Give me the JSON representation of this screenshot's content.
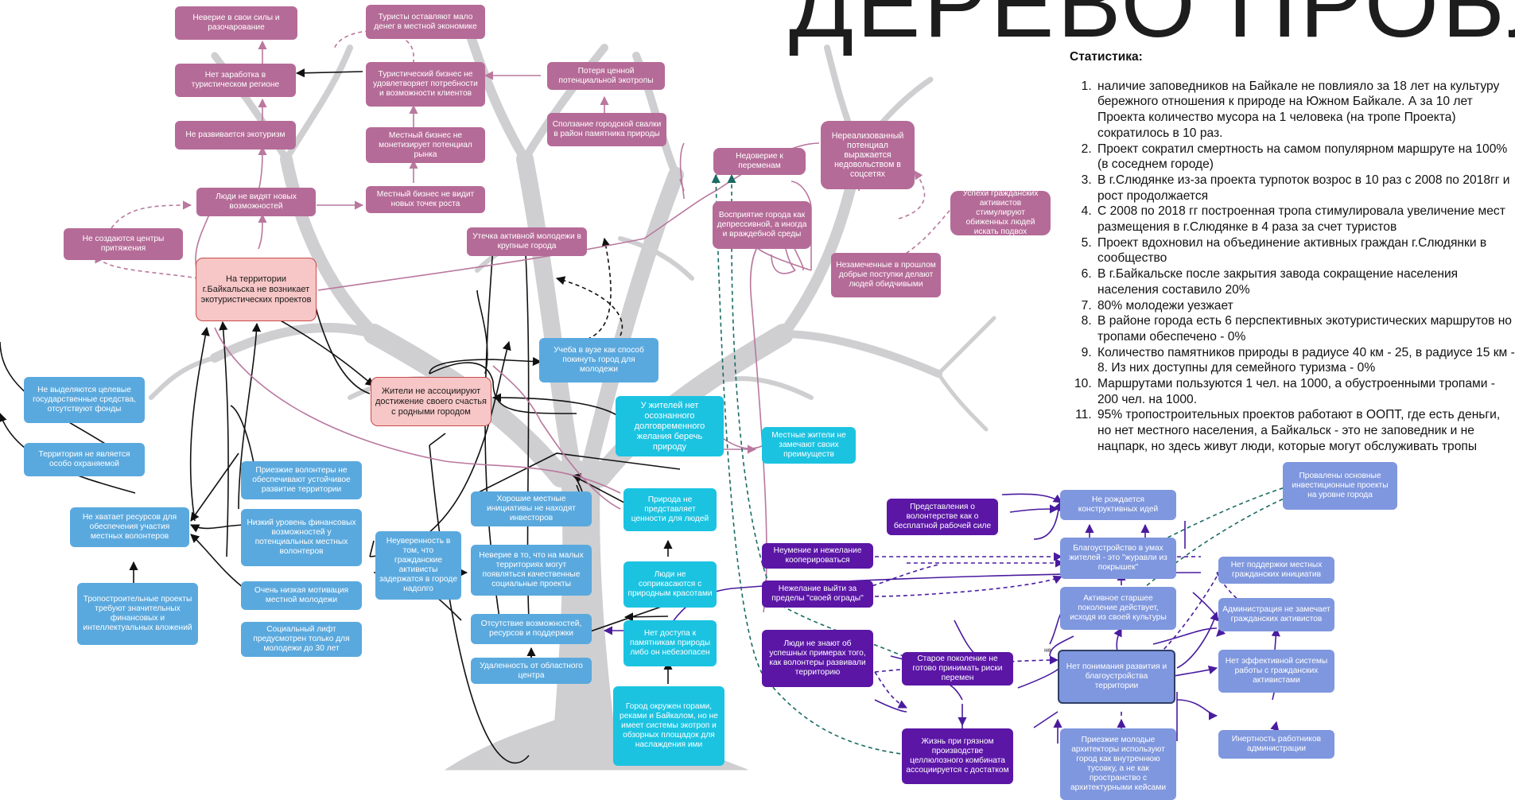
{
  "header": {
    "title": "ДЕРЕВО ПРОБЛЕМ"
  },
  "statistics": {
    "heading": "Статистика:",
    "items": [
      "наличие заповедников на Байкале не повлияло за 18 лет на культуру бережного отношения к природе на Южном Байкале. А за 10 лет Проекта количество мусора на 1 человека (на тропе Проекта) сократилось в 10 раз.",
      "Проект сократил смертность на самом популярном маршруте на 100% (в соседнем городе)",
      "В г.Слюдянке из-за проекта турпоток возрос в 10 раз с 2008 по 2018гг и рост продолжается",
      "С 2008 по 2018 гг построенная тропа стимулировала увеличение мест размещения в г.Слюдянке в 4 раза за счет туристов",
      "Проект вдохновил на объединение активных граждан г.Слюдянки в сообщество",
      "В г.Байкальске после закрытия завода сокращение населения населения составило 20%",
      "80% молодежи уезжает",
      "В районе города есть 6 перспективных экотуристических маршрутов но тропами обеспечено - 0%",
      "Количество памятников природы в радиусе 40 км - 25, в радиусе 15 км - 8. Из них доступны для семейного туризма - 0%",
      "Маршрутами пользуются 1 чел. на 1000, а обустроенными тропами - 200 чел. на 1000.",
      "95% тропостроительных проектов работают в ООПТ, где есть деньги, но нет местного населения, а Байкальск - это не заповедник и не нацпарк, но здесь живут люди, которые могут обслуживать тропы"
    ]
  },
  "edge_label": "не",
  "nodes": [
    {
      "id": "n1",
      "text": "Неверие в свои силы и разочарование"
    },
    {
      "id": "n2",
      "text": "Туристы оставляют мало денег в местной экономике"
    },
    {
      "id": "n3",
      "text": "Нет заработка в туристическом регионе"
    },
    {
      "id": "n4",
      "text": "Туристический бизнес не удовлетворяет потребности и возможности клиентов"
    },
    {
      "id": "n5",
      "text": "Потеря ценной потенциальной экотропы"
    },
    {
      "id": "n6",
      "text": "Не развивается экотуризм"
    },
    {
      "id": "n7",
      "text": "Местный бизнес не монетизирует потенциал рынка"
    },
    {
      "id": "n8",
      "text": "Сползание городской свалки в район памятника природы"
    },
    {
      "id": "n9",
      "text": "Нереализованный потенциал выражается недовольством в соцсетях"
    },
    {
      "id": "n10",
      "text": "Недоверие к переменам"
    },
    {
      "id": "n11",
      "text": "Люди не видят новых возможностей"
    },
    {
      "id": "n12",
      "text": "Местный бизнес не видит новых точек роста"
    },
    {
      "id": "n13",
      "text": "Восприятие города как депрессивной, а иногда и враждебной среды"
    },
    {
      "id": "n14",
      "text": "Успехи гражданских активистов стимулируют обиженных людей искать подвох"
    },
    {
      "id": "n15",
      "text": "Не создаются центры притяжения"
    },
    {
      "id": "n16",
      "text": "Утечка активной молодежи в крупные города"
    },
    {
      "id": "n17",
      "text": "Незамеченные в прошлом добрые поступки делают людей обидчивыми"
    },
    {
      "id": "n18",
      "text": "На территории г.Байкальска не возникает экотуристических проектов"
    },
    {
      "id": "n19",
      "text": "Учеба в вузе как способ покинуть город для молодежи"
    },
    {
      "id": "n20",
      "text": "Жители не ассоциируют достижение своего счастья с родными городом"
    },
    {
      "id": "n21",
      "text": "Не выделяются целевые государственные средства, отсутствуют фонды"
    },
    {
      "id": "n22",
      "text": "У жителей нет осознанного долговременного желания беречь природу"
    },
    {
      "id": "n23",
      "text": "Местные жители не замечают своих преимуществ"
    },
    {
      "id": "n24",
      "text": "Территория не является особо охраняемой"
    },
    {
      "id": "n25",
      "text": "Приезжие волонтеры не обеспечивают устойчивое развитие территории"
    },
    {
      "id": "n26",
      "text": "Провалены основные инвестиционные проекты на уровне города"
    },
    {
      "id": "n27",
      "text": "Хорошие местные инициативы не находят инвесторов"
    },
    {
      "id": "n28",
      "text": "Природа не представляет ценности для людей"
    },
    {
      "id": "n29",
      "text": "Не рождается конструктивных идей"
    },
    {
      "id": "n30",
      "text": "Представления о волонтерстве как о бесплатной рабочей силе"
    },
    {
      "id": "n31",
      "text": "Не хватает ресурсов для обеспечения участия местных волонтеров"
    },
    {
      "id": "n32",
      "text": "Низкий уровень финансовых возможностей у потенциальных местных волонтеров"
    },
    {
      "id": "n33",
      "text": "Неуверенность в том, что гражданские активисты задержатся в городе надолго"
    },
    {
      "id": "n34",
      "text": "Неверие в то, что на малых территориях могут появляться качественные социальные проекты"
    },
    {
      "id": "n35",
      "text": "Неумение и нежелание кооперироваться"
    },
    {
      "id": "n36",
      "text": "Благоустройство в умах жителей - это \"журавли из покрышек\""
    },
    {
      "id": "n37",
      "text": "Нет поддержки местных гражданских инициатив"
    },
    {
      "id": "n38",
      "text": "Люди не соприкасаются с природным красотами"
    },
    {
      "id": "n39",
      "text": "Тропостроительные проекты требуют значительных финансовых и интеллектуальных вложений"
    },
    {
      "id": "n40",
      "text": "Очень низкая мотивация местной молодежи"
    },
    {
      "id": "n41",
      "text": "Нежелание выйти за пределы \"своей ограды\""
    },
    {
      "id": "n42",
      "text": "Активное старшее поколение действует, исходя из своей культуры"
    },
    {
      "id": "n43",
      "text": "Администрация не замечает гражданских активистов"
    },
    {
      "id": "n44",
      "text": "Отсутствие возможностей, ресурсов и поддержки"
    },
    {
      "id": "n45",
      "text": "Социальный лифт предусмотрен только для молодежи до 30 лет"
    },
    {
      "id": "n46",
      "text": "Нет доступа к памятникам природы либо он небезопасен"
    },
    {
      "id": "n47",
      "text": "Люди не знают об успешных примерах того, как волонтеры развивали территорию"
    },
    {
      "id": "n48",
      "text": "Старое поколение не готово принимать риски перемен"
    },
    {
      "id": "n49",
      "text": "Нет понимания развития и благоустройства территории"
    },
    {
      "id": "n50",
      "text": "Нет эффективной системы работы с гражданских активистами"
    },
    {
      "id": "n51",
      "text": "Удаленность от областного центра"
    },
    {
      "id": "n52",
      "text": "Город окружен горами, реками и Байкалом, но не имеет системы экотроп и обзорных площадок для наслаждения ими"
    },
    {
      "id": "n53",
      "text": "Жизнь при грязном производстве целлюлозного комбината ассоциируется с достатком"
    },
    {
      "id": "n54",
      "text": "Инертность работников администрации"
    },
    {
      "id": "n55",
      "text": "Приезжие молодые архитекторы используют город как внутреннюю тусовку, а не как пространство с архитектурными кейсами"
    }
  ],
  "colors": {
    "tree": "#cfcfd2",
    "pink": "#b56b97",
    "rose_fill": "#f7c6c6",
    "rose_border": "#c94a4a",
    "blue": "#5aa9de",
    "cyan": "#1bc3e1",
    "purple": "#5b16a6",
    "lavender": "#7f97de",
    "arrow_black": "#111111",
    "arrow_pink": "#b9789e",
    "arrow_purple": "#4a1b9e",
    "arrow_teal": "#1a6b63"
  }
}
